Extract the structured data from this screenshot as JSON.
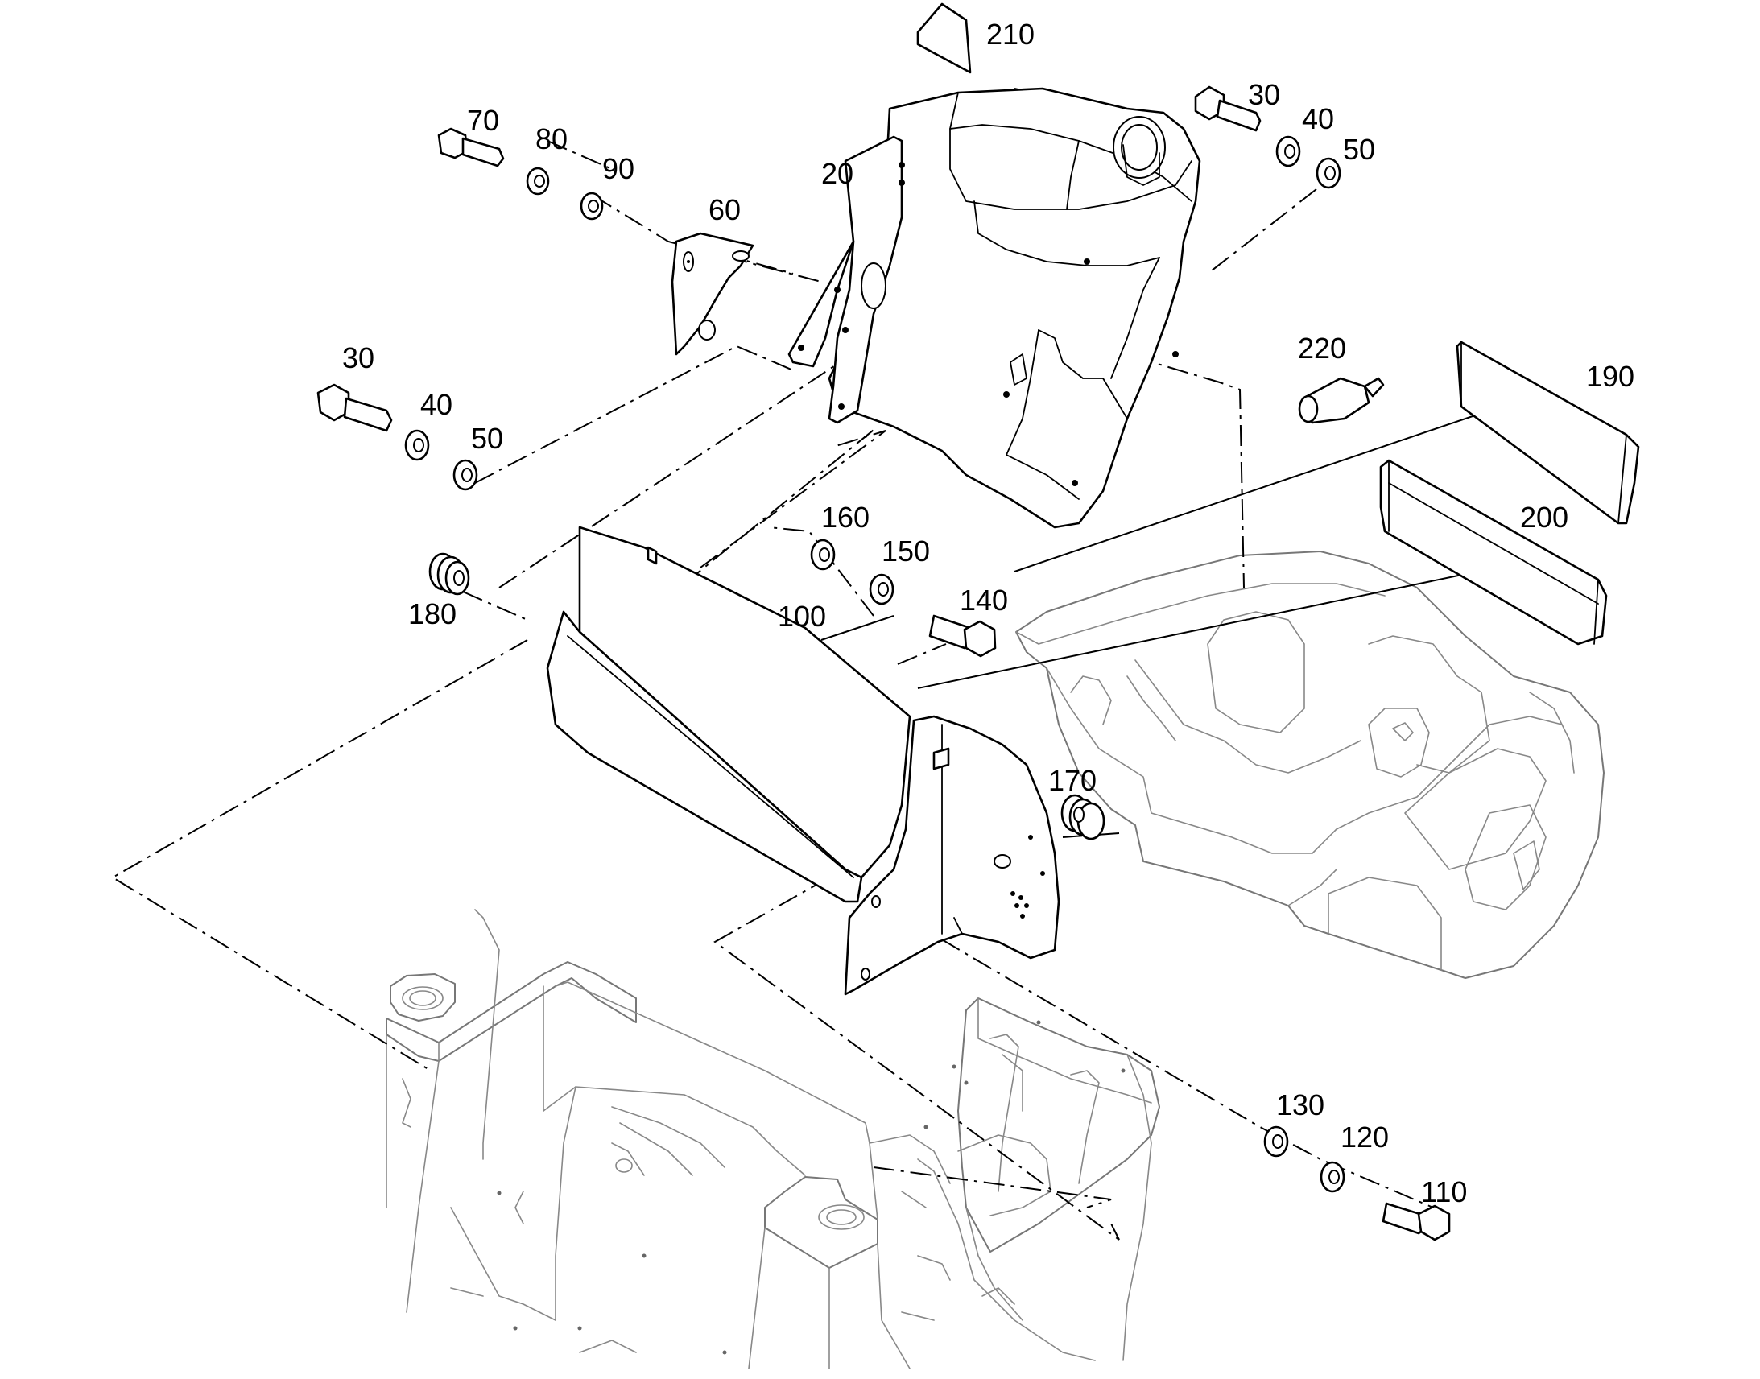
{
  "diagram": {
    "callouts": [
      {
        "id": "c210",
        "text": "210"
      },
      {
        "id": "c30a",
        "text": "30"
      },
      {
        "id": "c40a",
        "text": "40"
      },
      {
        "id": "c50a",
        "text": "50"
      },
      {
        "id": "c70",
        "text": "70"
      },
      {
        "id": "c80",
        "text": "80"
      },
      {
        "id": "c90",
        "text": "90"
      },
      {
        "id": "c20",
        "text": "20"
      },
      {
        "id": "c60",
        "text": "60"
      },
      {
        "id": "c30b",
        "text": "30"
      },
      {
        "id": "c40b",
        "text": "40"
      },
      {
        "id": "c50b",
        "text": "50"
      },
      {
        "id": "c220",
        "text": "220"
      },
      {
        "id": "c190",
        "text": "190"
      },
      {
        "id": "c200",
        "text": "200"
      },
      {
        "id": "c160",
        "text": "160"
      },
      {
        "id": "c150",
        "text": "150"
      },
      {
        "id": "c140",
        "text": "140"
      },
      {
        "id": "c100",
        "text": "100"
      },
      {
        "id": "c180",
        "text": "180"
      },
      {
        "id": "c170",
        "text": "170"
      },
      {
        "id": "c130",
        "text": "130"
      },
      {
        "id": "c120",
        "text": "120"
      },
      {
        "id": "c110",
        "text": "110"
      }
    ]
  }
}
